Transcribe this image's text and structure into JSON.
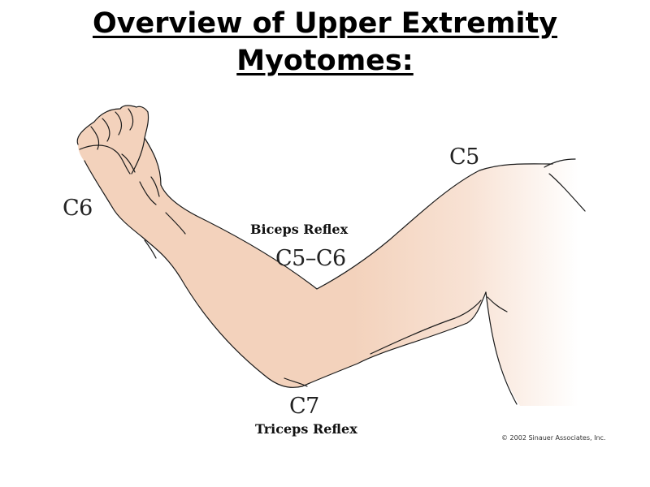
{
  "title": {
    "line1": "Overview of Upper Extremity",
    "line2": "Myotomes:"
  },
  "figure": {
    "labels": {
      "hand": "C6",
      "shoulder": "C5",
      "elbow_flexion": "C5–C6",
      "elbow_extension": "C7"
    },
    "reflexes": {
      "biceps": "Biceps Reflex",
      "triceps": "Triceps Reflex"
    },
    "copyright": "© 2002 Sinauer Associates, Inc.",
    "colors": {
      "skin": "#f3d2bc",
      "skin_fade": "#ffffff",
      "outline": "#1a1a1a"
    }
  }
}
